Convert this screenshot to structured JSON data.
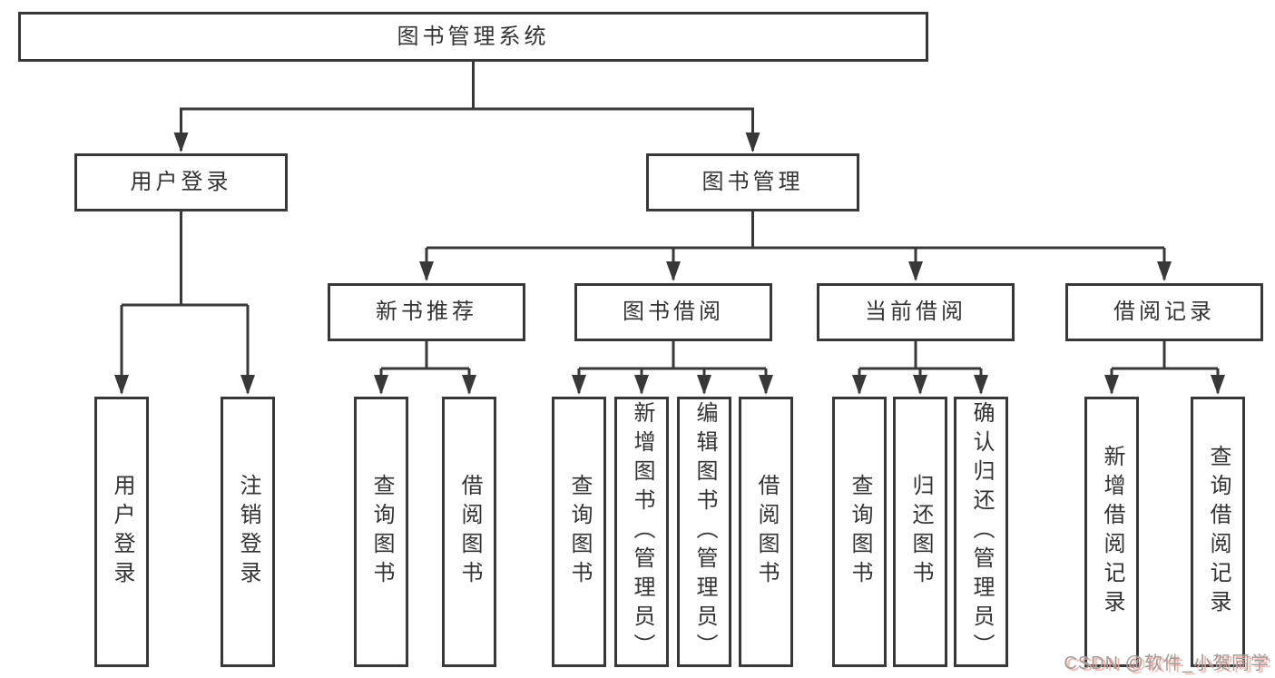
{
  "diagram": {
    "root": "图书管理系统",
    "branches": [
      {
        "label": "用户登录",
        "children": [
          "用户登录",
          "注销登录"
        ]
      },
      {
        "label": "图书管理",
        "children": [
          {
            "label": "新书推荐",
            "children": [
              "查询图书",
              "借阅图书"
            ]
          },
          {
            "label": "图书借阅",
            "children": [
              "查询图书",
              "新增图书（管理员）",
              "编辑图书（管理员）",
              "借阅图书"
            ]
          },
          {
            "label": "当前借阅",
            "children": [
              "查询图书",
              "归还图书",
              "确认归还（管理员）"
            ]
          },
          {
            "label": "借阅记录",
            "children": [
              "新增借阅记录",
              "查询借阅记录"
            ]
          }
        ]
      }
    ]
  },
  "watermark": {
    "text": "CSDN @软件_小贺同学"
  },
  "colors": {
    "line": "#383838",
    "box_border": "#383838",
    "box_background": "#ffffff",
    "text": "#333333",
    "watermark_text": "#9c9c9c",
    "watermark_shadow": "#f4a9a0",
    "page_background": "#ffffff"
  }
}
